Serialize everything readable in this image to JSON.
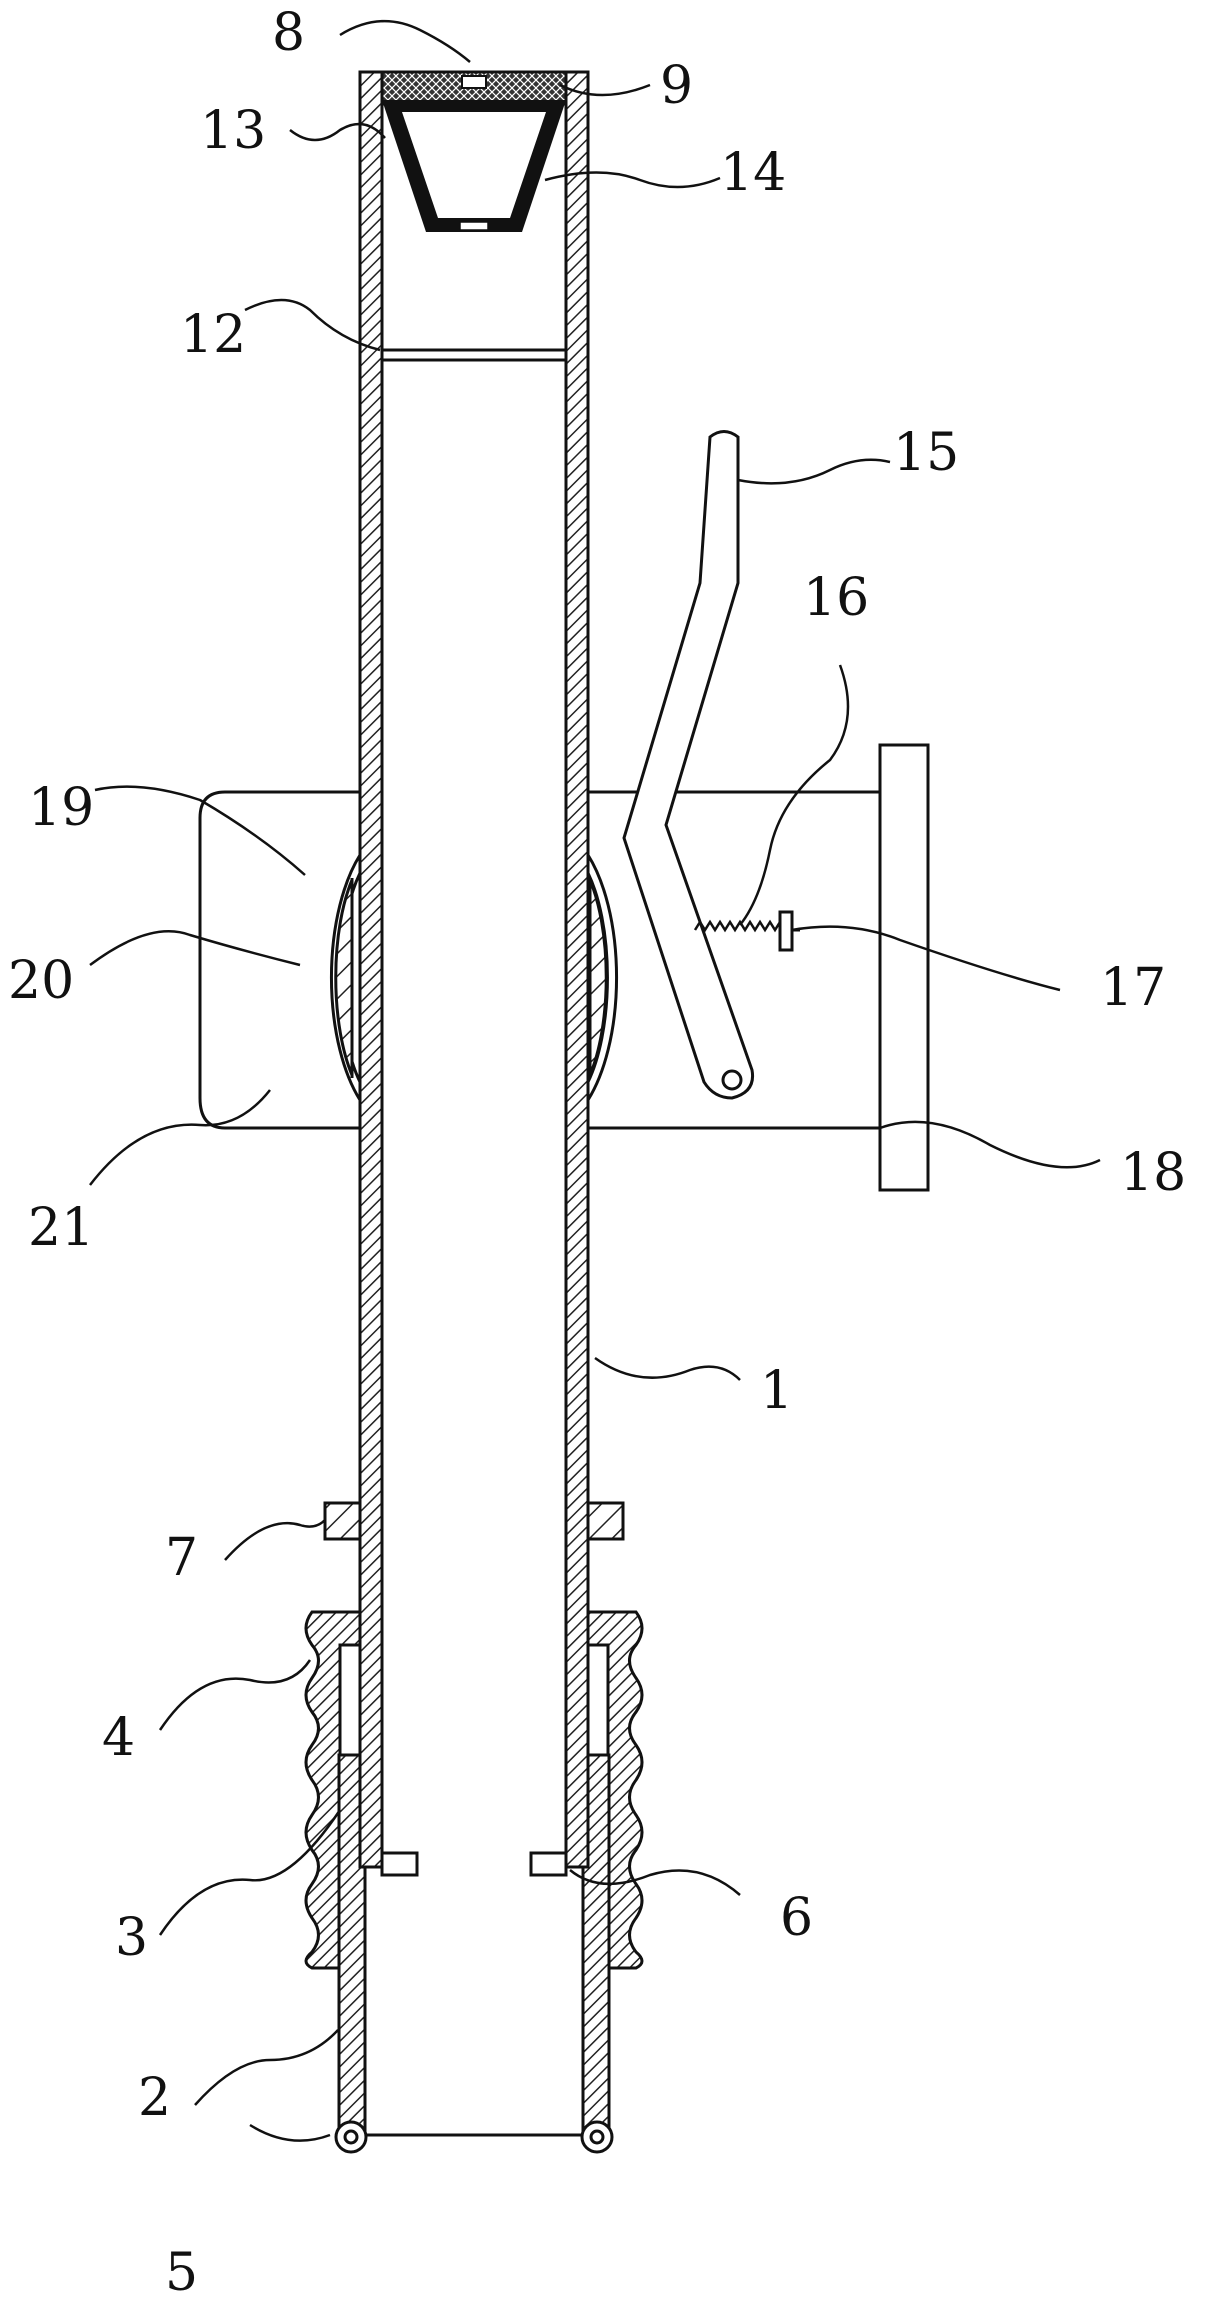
{
  "figure": {
    "labels": {
      "l1": "1",
      "l2": "2",
      "l3": "3",
      "l4": "4",
      "l5": "5",
      "l6": "6",
      "l7": "7",
      "l8": "8",
      "l9": "9",
      "l12": "12",
      "l13": "13",
      "l14": "14",
      "l15": "15",
      "l16": "16",
      "l17": "17",
      "l18": "18",
      "l19": "19",
      "l20": "20",
      "l21": "21"
    },
    "colors": {
      "line": "#111111",
      "hatch": "#222222",
      "background": "#ffffff"
    }
  }
}
